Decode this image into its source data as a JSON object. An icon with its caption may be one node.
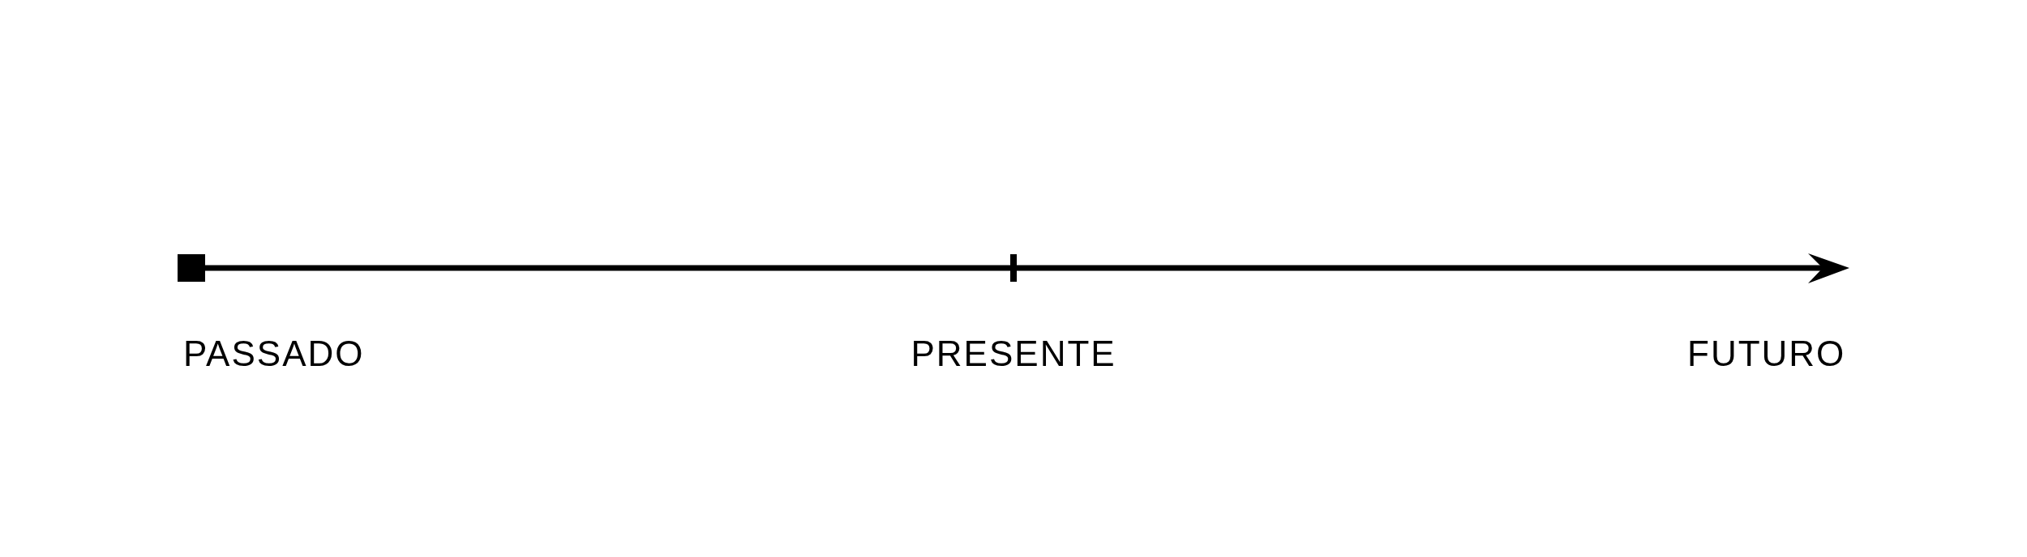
{
  "diagram": {
    "labels": [
      "PASSADO",
      "PRESENTE",
      "FUTURO"
    ]
  }
}
